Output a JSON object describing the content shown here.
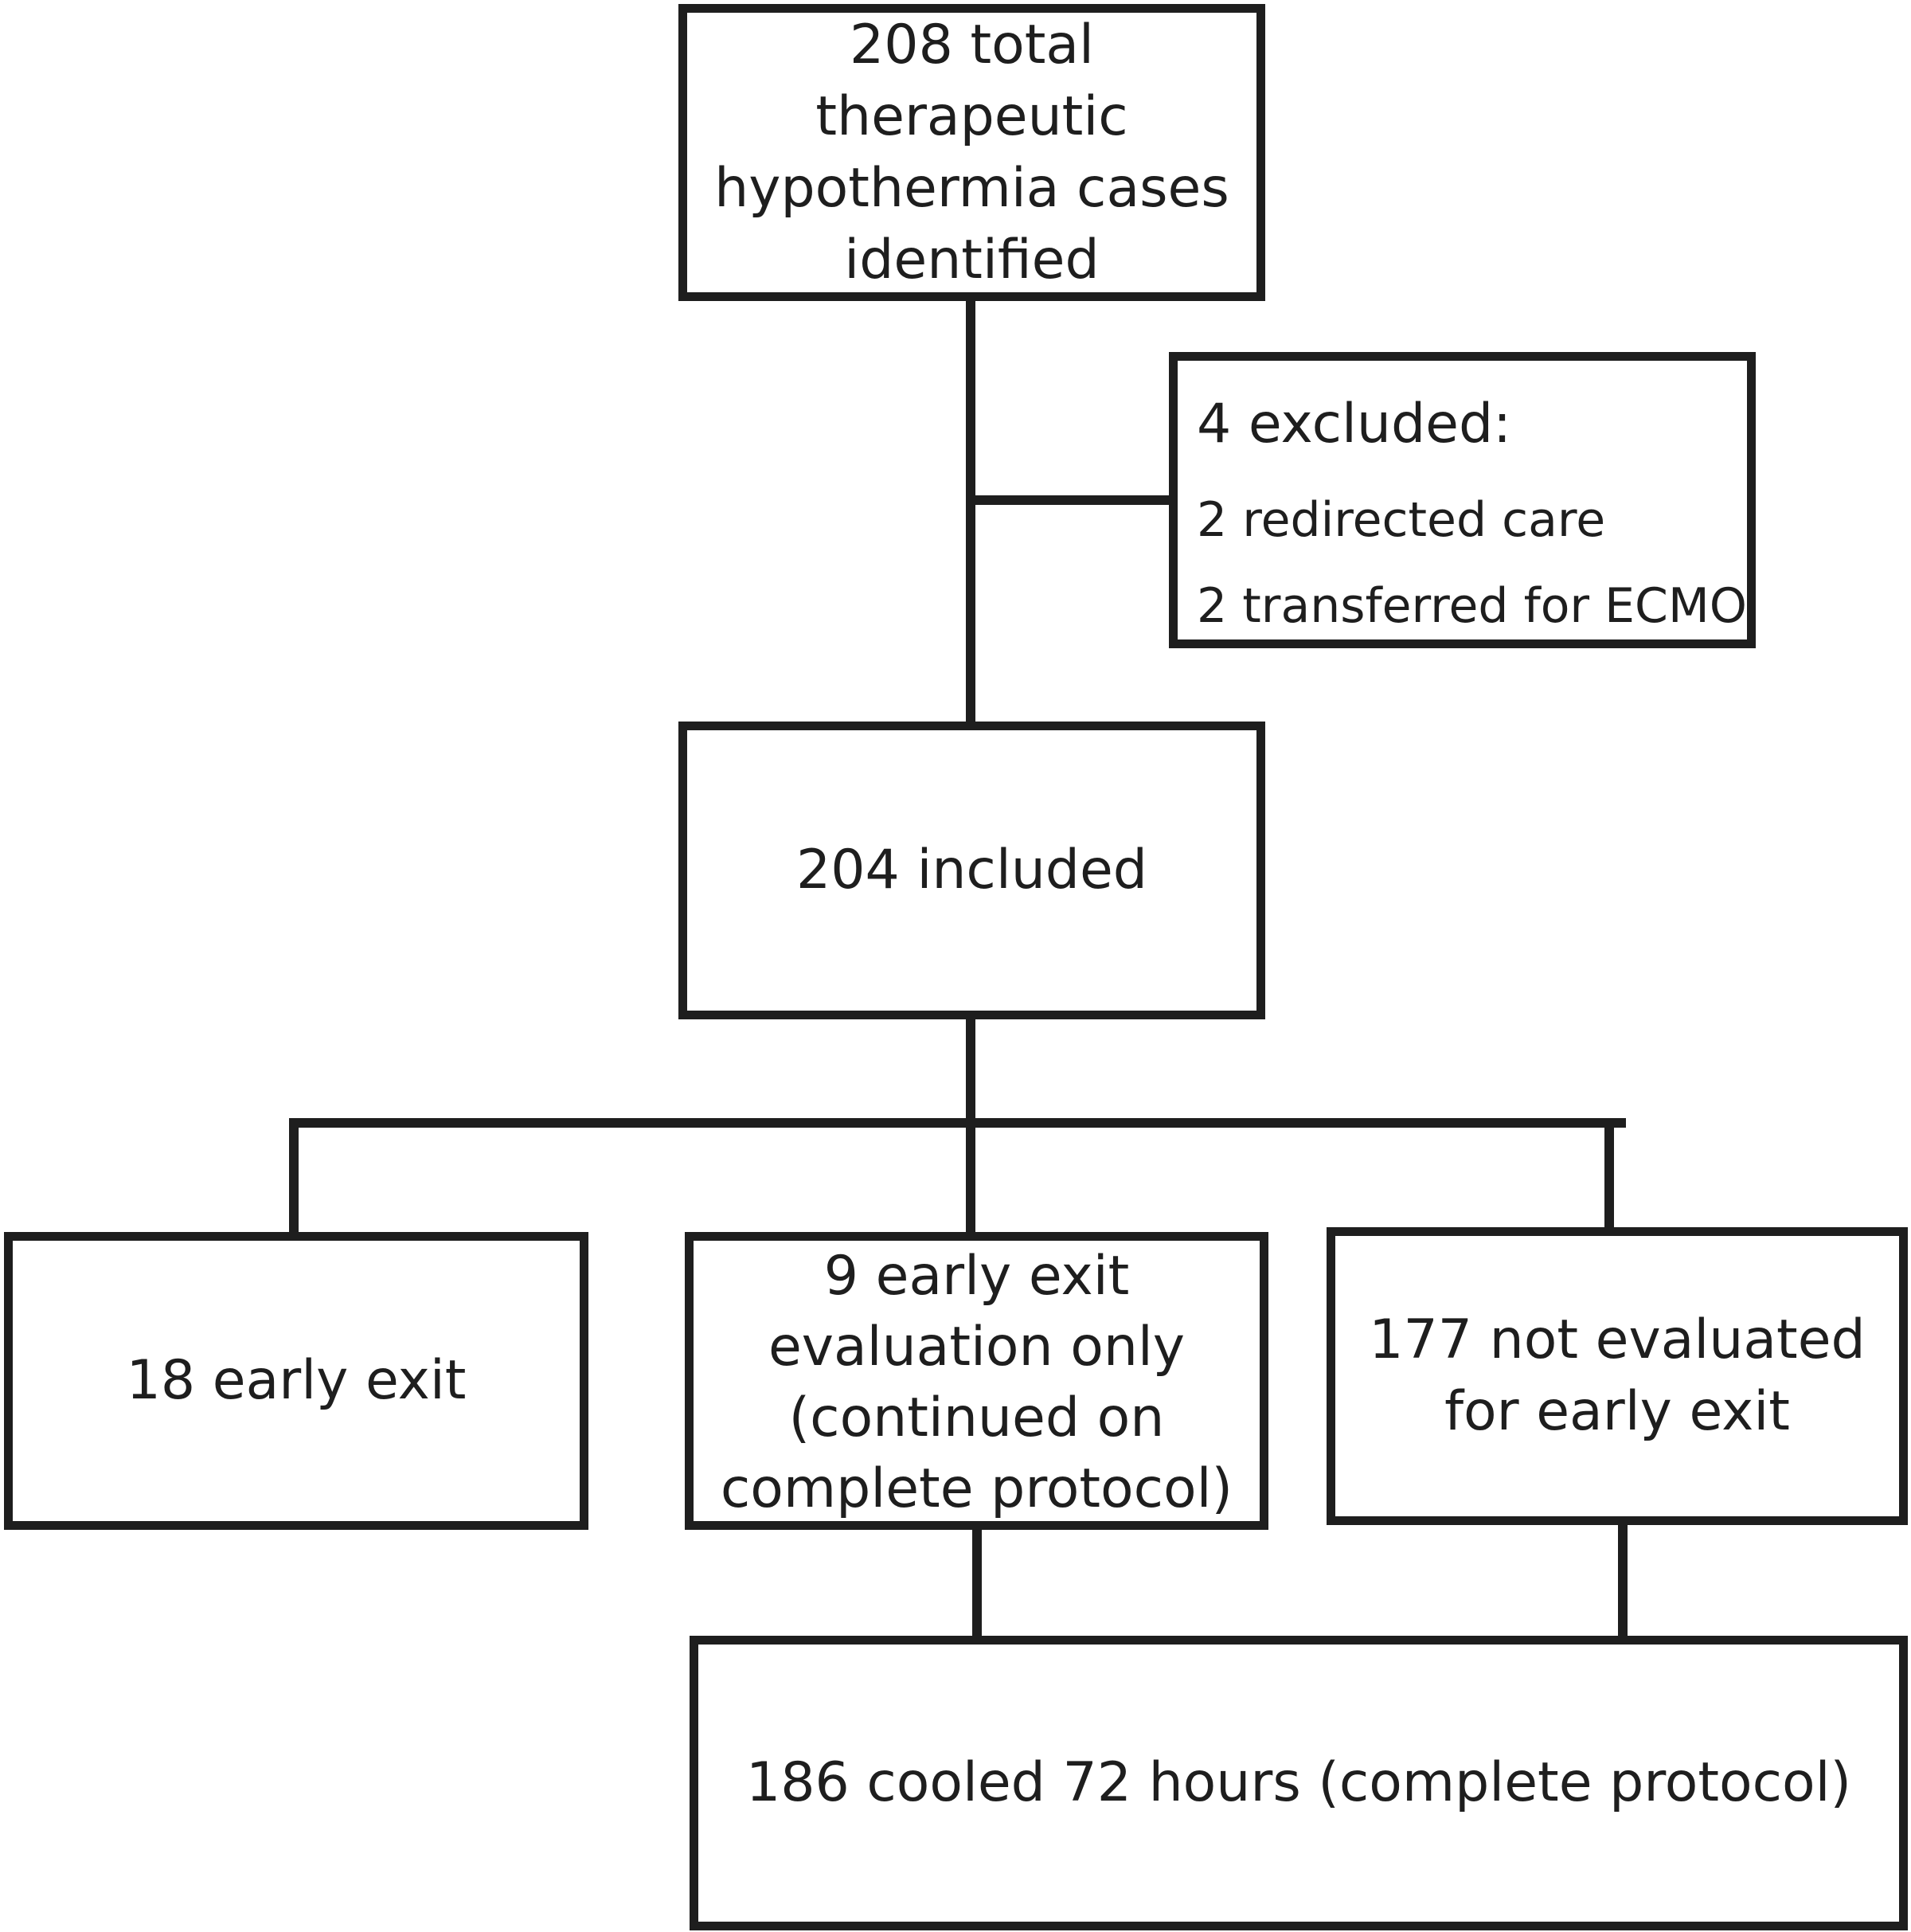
{
  "flowchart": {
    "total": {
      "lines": [
        "208 total",
        "therapeutic",
        "hypothermia cases",
        "identified"
      ]
    },
    "excluded": {
      "heading": "4 excluded:",
      "reasons": [
        "2 redirected care",
        "2 transferred for ECMO"
      ]
    },
    "included": {
      "lines": [
        "204 included"
      ]
    },
    "early_exit": {
      "lines": [
        "18 early exit"
      ]
    },
    "evaluation_only": {
      "lines": [
        "9 early exit",
        "evaluation only",
        "(continued on",
        "complete protocol)"
      ]
    },
    "not_evaluated": {
      "lines": [
        "177 not evaluated",
        "for early exit"
      ]
    },
    "complete": {
      "lines": [
        "186 cooled 72 hours (complete protocol)"
      ]
    }
  },
  "colors": {
    "stroke": "#1e1e1e",
    "background": "#ffffff"
  }
}
